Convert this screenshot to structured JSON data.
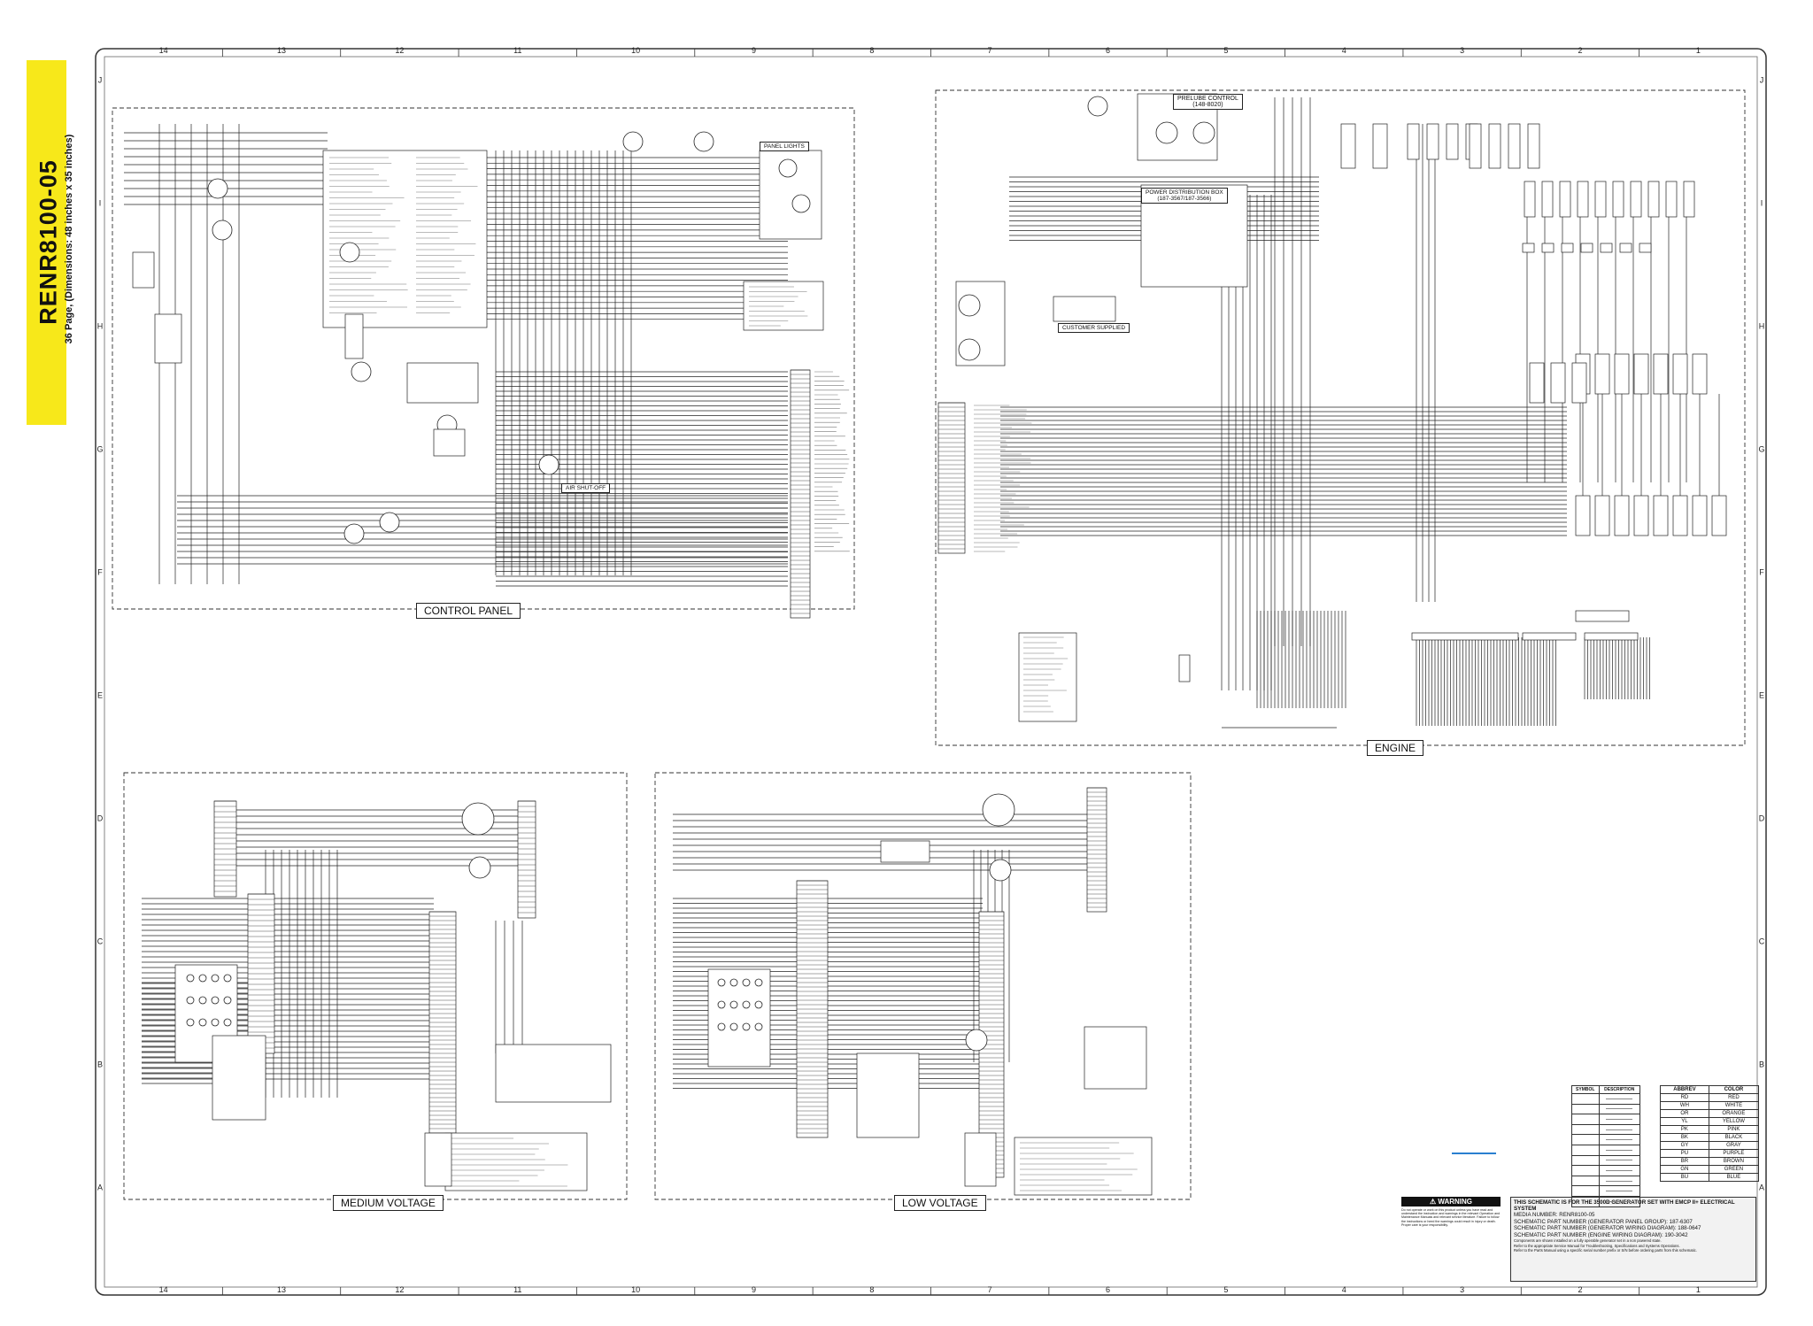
{
  "tag": {
    "code": "RENR8100-05",
    "pages": "36 Page, (Dimensions: 48 inches x 35 inches)"
  },
  "columns": [
    "14",
    "13",
    "12",
    "11",
    "10",
    "9",
    "8",
    "7",
    "6",
    "5",
    "4",
    "3",
    "2",
    "1"
  ],
  "rows": [
    "J",
    "I",
    "H",
    "G",
    "F",
    "E",
    "D",
    "C",
    "B",
    "A"
  ],
  "sections": {
    "control_panel": "CONTROL PANEL",
    "engine": "ENGINE",
    "medium_voltage": "MEDIUM VOLTAGE",
    "low_voltage": "LOW VOLTAGE",
    "prelube_control": "PRELUBE CONTROL",
    "prelube_part": "(148-8020)",
    "power_distribution": "POWER DISTRIBUTION BOX",
    "power_distribution_part": "(187-3567/187-3566)",
    "customer_supplied": "CUSTOMER SUPPLIED",
    "panel_lights": "PANEL LIGHTS",
    "air_shutoff": "AIR SHUT-OFF"
  },
  "warning": {
    "heading": "WARNING",
    "text": "Do not operate or work on this product unless you have read and understand the instruction and warnings in the relevant Operation and Maintenance Manuals and relevant service literature. Failure to follow the instructions or heed the warnings could result in injury or death. Proper care is your responsibility."
  },
  "title_block": {
    "heading": "THIS SCHEMATIC IS FOR THE 3500B GENERATOR SET WITH EMCP II+ ELECTRICAL SYSTEM",
    "lines": [
      "MEDIA NUMBER: RENR8100-05",
      "SCHEMATIC PART NUMBER (GENERATOR PANEL GROUP): 187-6307",
      "SCHEMATIC PART NUMBER (GENERATOR WIRING DIAGRAM): 188-0647",
      "SCHEMATIC PART NUMBER (ENGINE WIRING DIAGRAM): 190-3042"
    ],
    "notes": [
      "Components are shown installed on a fully operable generator set in a non powered state.",
      "Refer to the appropriate Service Manual for Troubleshooting, Specifications and Systems Operations.",
      "Refer to the Parts Manual using a specific serial number prefix or S/N before ordering parts from this schematic."
    ]
  },
  "color_table": {
    "headers": [
      "ABBREV",
      "COLOR"
    ],
    "rows": [
      [
        "RD",
        "RED"
      ],
      [
        "WH",
        "WHITE"
      ],
      [
        "OR",
        "ORANGE"
      ],
      [
        "YL",
        "YELLOW"
      ],
      [
        "PK",
        "PINK"
      ],
      [
        "BK",
        "BLACK"
      ],
      [
        "GY",
        "GRAY"
      ],
      [
        "PU",
        "PURPLE"
      ],
      [
        "BR",
        "BROWN"
      ],
      [
        "GN",
        "GREEN"
      ],
      [
        "BU",
        "BLUE"
      ]
    ]
  },
  "symbol_table": {
    "headers": [
      "SYMBOL",
      "DESCRIPTION"
    ]
  },
  "colors": {
    "tag": "#f7e81a",
    "line": "#1c1c1c",
    "blue_label": "#2a7fd0",
    "border": "#333333"
  }
}
